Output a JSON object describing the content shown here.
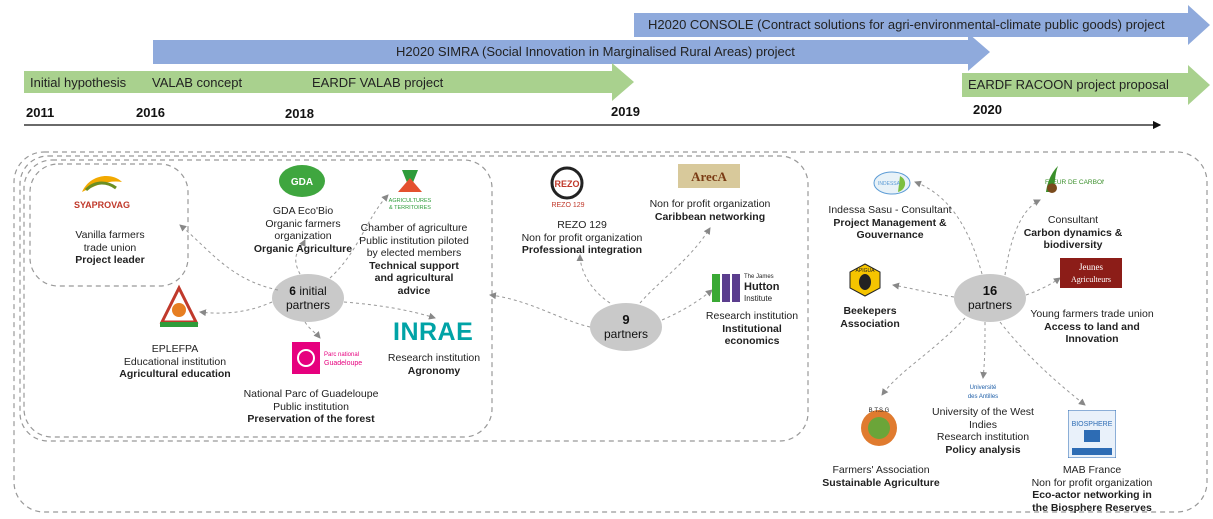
{
  "timeline": {
    "bars": [
      {
        "id": "console",
        "label": "H2020 CONSOLE (Contract solutions for agri-environmental-climate public goods) project"
      },
      {
        "id": "simra",
        "label": "H2020 SIMRA (Social Innovation in Marginalised Rural Areas) project"
      },
      {
        "id": "valab1",
        "label": "Initial hypothesis"
      },
      {
        "id": "valab2",
        "label": "VALAB  concept"
      },
      {
        "id": "valab3",
        "label": "EARDF VALAB project"
      },
      {
        "id": "racoon",
        "label": "EARDF RACOON project proposal"
      }
    ],
    "years": [
      "2011",
      "2016",
      "2018",
      "2019",
      "2020"
    ],
    "colors": {
      "blue": "#8faadc",
      "green": "#a9d18e",
      "line": "#7f7f7f"
    }
  },
  "hubs": {
    "initial": {
      "count": "6",
      "label": "initial\npartners"
    },
    "nine": {
      "count": "9",
      "label": "partners"
    },
    "sixteen": {
      "count": "16",
      "label": "partners"
    }
  },
  "partners": {
    "syaprovag": {
      "logo": "SYAPROVAG",
      "lines": [
        "Vanilla farmers",
        "trade union"
      ],
      "bold": [
        "Project leader"
      ]
    },
    "gda": {
      "logo": "GDA",
      "lines": [
        "GDA Eco'Bio",
        "Organic farmers organization"
      ],
      "bold": [
        "Organic Agriculture"
      ]
    },
    "chamber": {
      "logo": "AGRICULTURES & TERRITOIRES",
      "lines": [
        "Chamber of agriculture",
        "Public institution piloted",
        "by elected members"
      ],
      "bold": [
        "Technical support",
        "and agricultural",
        "advice"
      ]
    },
    "eplefpa": {
      "logo": "EPLEFPA",
      "lines": [
        "EPLEFPA",
        "Educational institution"
      ],
      "bold": [
        "Agricultural education"
      ]
    },
    "parc": {
      "logo": "Parc national Guadeloupe",
      "lines": [
        "National Parc of Guadeloupe",
        "Public institution"
      ],
      "bold": [
        "Preservation of the forest"
      ]
    },
    "inrae": {
      "logo": "INRAE",
      "lines": [
        "Research institution"
      ],
      "bold": [
        "Agronomy"
      ]
    },
    "rezo": {
      "logo": "REZO 129",
      "lines": [
        "REZO 129",
        "Non for profit organization"
      ],
      "bold": [
        "Professional integration"
      ]
    },
    "arecA": {
      "logo": "ArecA",
      "lines": [
        "Non for profit organization"
      ],
      "bold": [
        "Caribbean networking"
      ]
    },
    "hutton": {
      "logo": "The James Hutton Institute",
      "lines": [
        "Research institution"
      ],
      "bold": [
        "Institutional",
        "economics"
      ]
    },
    "indessa": {
      "logo": "INDESSA",
      "lines": [
        "Indessa Sasu - Consultant"
      ],
      "bold": [
        "Project Management &",
        "Gouvernance"
      ]
    },
    "fleur": {
      "logo": "FLEUR DE CARBONE",
      "lines": [
        "Consultant"
      ],
      "bold": [
        "Carbon dynamics &",
        "biodiversity"
      ]
    },
    "apigua": {
      "logo": "APIGUA",
      "lines": [],
      "bold": [
        "Beekepers",
        "Association"
      ]
    },
    "jeunes": {
      "logo": "Jeunes Agriculteurs",
      "lines": [
        "Young farmers trade union"
      ],
      "bold": [
        "Access to land and",
        "Innovation"
      ]
    },
    "uwi": {
      "logo": "Université des Antilles",
      "lines": [
        "University of the West",
        "Indies",
        "Research institution"
      ],
      "bold": [
        "Policy analysis"
      ]
    },
    "btsg": {
      "logo": "B.T.S.G",
      "lines": [
        "Farmers' Association"
      ],
      "bold": [
        "Sustainable Agriculture"
      ]
    },
    "mab": {
      "logo": "BIOSPHERE",
      "lines": [
        "MAB France",
        "Non for profit organization"
      ],
      "bold": [
        "Eco-actor networking in",
        "the Biosphere Reserves"
      ]
    }
  }
}
